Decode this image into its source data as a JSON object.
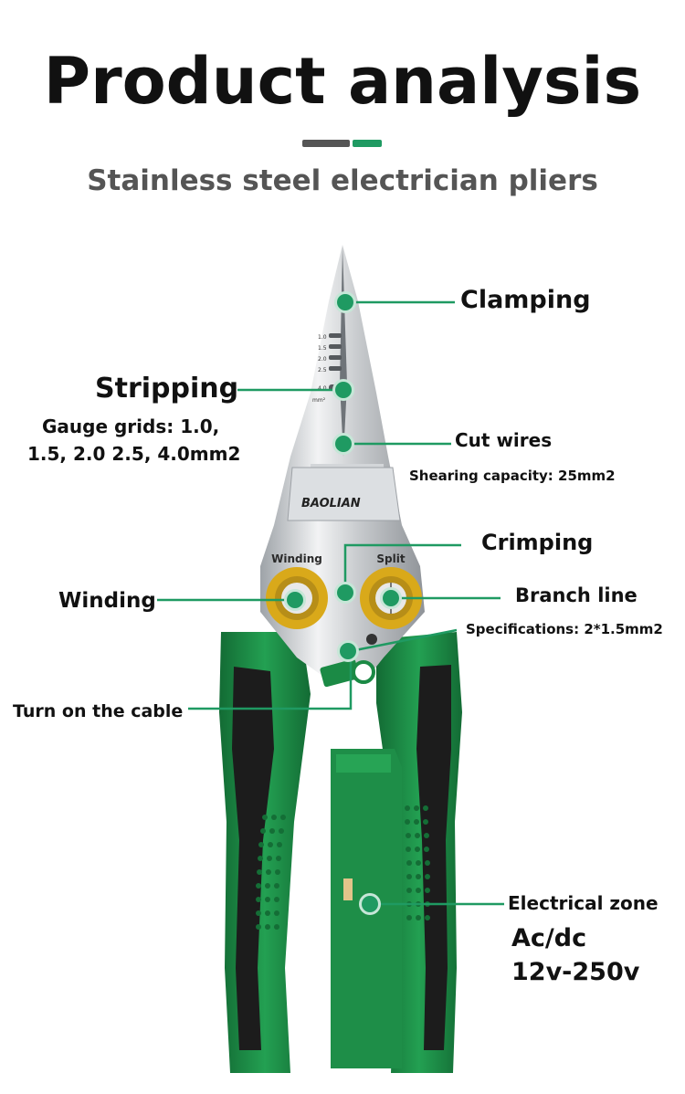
{
  "header": {
    "title": "Product analysis",
    "subtitle": "Stainless steel electrician pliers"
  },
  "brand": "BAOLIAN",
  "jaw_marks": {
    "gauges": [
      "1.0",
      "1.5",
      "2.0",
      "2.5",
      "4.0"
    ],
    "unit": "mm²"
  },
  "callouts": {
    "clamping": "Clamping",
    "stripping": "Stripping",
    "stripping_detail_1": "Gauge grids: 1.0,",
    "stripping_detail_2": "1.5, 2.0 2.5, 4.0mm2",
    "cut_wires": "Cut wires",
    "shearing": "Shearing capacity: 25mm2",
    "crimping": "Crimping",
    "winding": "Winding",
    "branch_line": "Branch line",
    "specifications": "Specifications: 2*1.5mm2",
    "turn_cable": "Turn on the cable",
    "electrical_zone": "Electrical zone",
    "voltage_line1": "Ac/dc",
    "voltage_line2": "12v-250v"
  },
  "hole_labels": {
    "winding": "Winding",
    "split": "Split"
  },
  "colors": {
    "accent_green": "#1f9a62",
    "handle_green": "#1b8a45",
    "handle_black": "#1c1c1c",
    "ring_yellow": "#d9a91a",
    "steel": "#c9ccd0"
  }
}
